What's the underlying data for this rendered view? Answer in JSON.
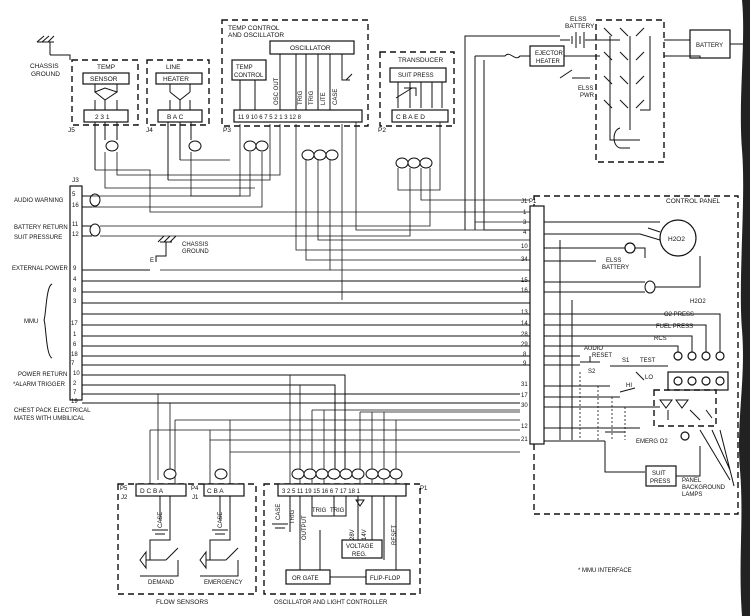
{
  "top": {
    "chassis_ground": [
      "CHASSIS",
      "GROUND"
    ],
    "temp": {
      "title": "TEMP",
      "inner": "SENSOR",
      "jack": "J5",
      "pins": "2 3 1"
    },
    "line": {
      "title": "LINE",
      "inner": "HEATER",
      "jack": "J4",
      "pins": "B A C"
    },
    "temp_control": {
      "title": [
        "TEMP CONTROL",
        "AND OSCILLATOR"
      ],
      "oscillator": "OSCILLATOR",
      "inner": [
        "TEMP",
        "CONTROL"
      ],
      "jack": "P3",
      "pins": "11 9 10 6 7 5 2 1 3 12 8",
      "signals": [
        "OSC OUT",
        "TRIG",
        "TRIG",
        "LITE",
        "CASE"
      ]
    },
    "transducer": {
      "title": "TRANSDUCER",
      "inner": "SUIT PRESS",
      "jack": "P2",
      "pins": "C B A E D"
    }
  },
  "elss": {
    "battery": [
      "ELSS",
      "BATTERY"
    ],
    "ejector_heater": [
      "EJECTOR",
      "HEATER"
    ],
    "pwr": [
      "ELSS",
      "PWR"
    ],
    "battery_box": "BATTERY"
  },
  "left": {
    "jack": "J3",
    "labels": {
      "audio_warning": "AUDIO WARNING",
      "battery_return": "BATTERY RETURN",
      "suit_pressure": "SUIT PRESSURE",
      "external_power": "EXTERNAL POWER",
      "mmu": "MMU",
      "power_return": "POWER RETURN",
      "alarm_trigger": "*ALARM TRIGGER"
    },
    "pins": [
      "5",
      "16",
      "11",
      "12",
      "9",
      "4",
      "8",
      "3",
      "17",
      "1",
      "6",
      "18",
      "7",
      "10",
      "2",
      "7",
      "19"
    ],
    "caption": [
      "CHEST PACK ELECTRICAL",
      "MATES WITH UMBILICAL"
    ],
    "chassis_ground": [
      "CHASSIS",
      "GROUND"
    ],
    "e_label": "E"
  },
  "control_panel": {
    "title": "CONTROL PANEL",
    "jack": "J1 P1",
    "pins": [
      "1",
      "3",
      "4",
      "10",
      "34",
      "15",
      "16",
      "13",
      "14",
      "28",
      "29",
      "8",
      "9",
      "31",
      "17",
      "30",
      "12",
      "21"
    ],
    "h2o2_gauge": "H2O2",
    "elss_battery": [
      "ELSS",
      "BATTERY"
    ],
    "indicators": [
      "H2O2",
      "O2 PRESS",
      "FUEL PRESS",
      "RCS"
    ],
    "audio_reset": [
      "AUDIO",
      "RESET"
    ],
    "switches": [
      "S1",
      "TEST",
      "S2",
      "LO",
      "HI"
    ],
    "emerg": "EMERG O2",
    "suit_press": [
      "SUIT",
      "PRESS"
    ],
    "lamps": [
      "PANEL",
      "BACKGROUND",
      "LAMPS"
    ]
  },
  "bottom": {
    "p5": {
      "jack": "P5",
      "pins": "D C B A",
      "j": "J2"
    },
    "p4": {
      "jack": "P4",
      "pins": "C B A",
      "j": "J1"
    },
    "case": "CASE",
    "demand": "DEMAND",
    "emergency": "EMERGENCY",
    "flow_sensors": "FLOW SENSORS",
    "osc": {
      "jack": "P1",
      "pins": "3 2 5 11 19 15 16 6 7 17 18 1",
      "case": "CASE",
      "signals": [
        "TRIG",
        "OUTPUT",
        "TRIG",
        "TRIG",
        "28V",
        "14V",
        "RESET"
      ],
      "voltage": [
        "VOLTAGE",
        "REG."
      ],
      "or_gate": "OR GATE",
      "flip_flop": "FLIP-FLOP",
      "caption": "OSCILLATOR AND LIGHT CONTROLLER"
    }
  },
  "footnote": "* MMU INTERFACE"
}
